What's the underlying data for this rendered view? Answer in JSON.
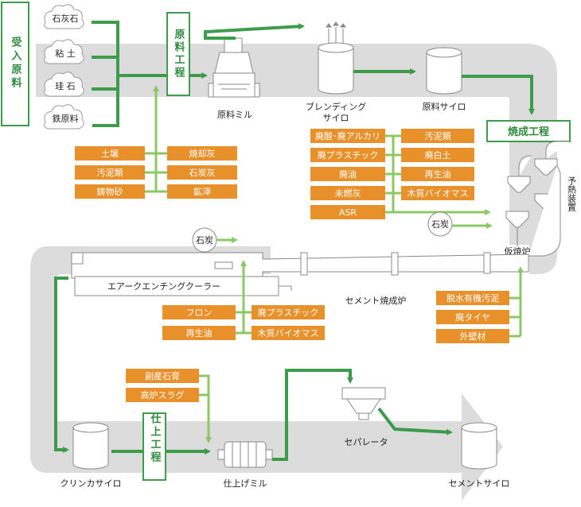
{
  "raw_materials": {
    "title": "受入原料",
    "items": [
      "石灰石",
      "粘 土",
      "珪 石",
      "鉄原料"
    ]
  },
  "processes": {
    "raw": "原料工程",
    "firing": "焼成工程",
    "finish": "仕上工程"
  },
  "equipment": {
    "raw_mill": "原料ミル",
    "blending_silo_line1": "ブレンディング",
    "blending_silo_line2": "サイロ",
    "raw_silo": "原料サイロ",
    "preheater": "予熱装置",
    "calciner": "仮焼炉",
    "kiln": "セメント焼成炉",
    "cooler": "エアークエンチングクーラー",
    "clinker_silo": "クリンカサイロ",
    "finish_mill": "仕上げミル",
    "separator": "セパレータ",
    "cement_silo": "セメントサイロ",
    "coal_1": "石炭",
    "coal_2": "石炭"
  },
  "waste_raw": [
    "土壌",
    "焼却灰",
    "汚泥類",
    "石炭灰",
    "鋳物砂",
    "鉱滓"
  ],
  "waste_fuel": [
    "廃酸･廃アルカリ",
    "汚泥類",
    "廃プラスチック",
    "廃白土",
    "廃油",
    "再生油",
    "未燃灰",
    "木質バイオマス",
    "ASR"
  ],
  "waste_calciner": [
    "脱水有機汚泥",
    "廃タイヤ",
    "外壁材"
  ],
  "waste_kiln": [
    "フロン",
    "廃プラスチック",
    "再生油",
    "木質バイオマス"
  ],
  "waste_finish": [
    "副産石膏",
    "高炉スラグ"
  ],
  "colors": {
    "orange": "#e8902a",
    "dark_green": "#3d9b4c",
    "light_green": "#8cc865",
    "gray_flow": "#d9d9d9"
  }
}
